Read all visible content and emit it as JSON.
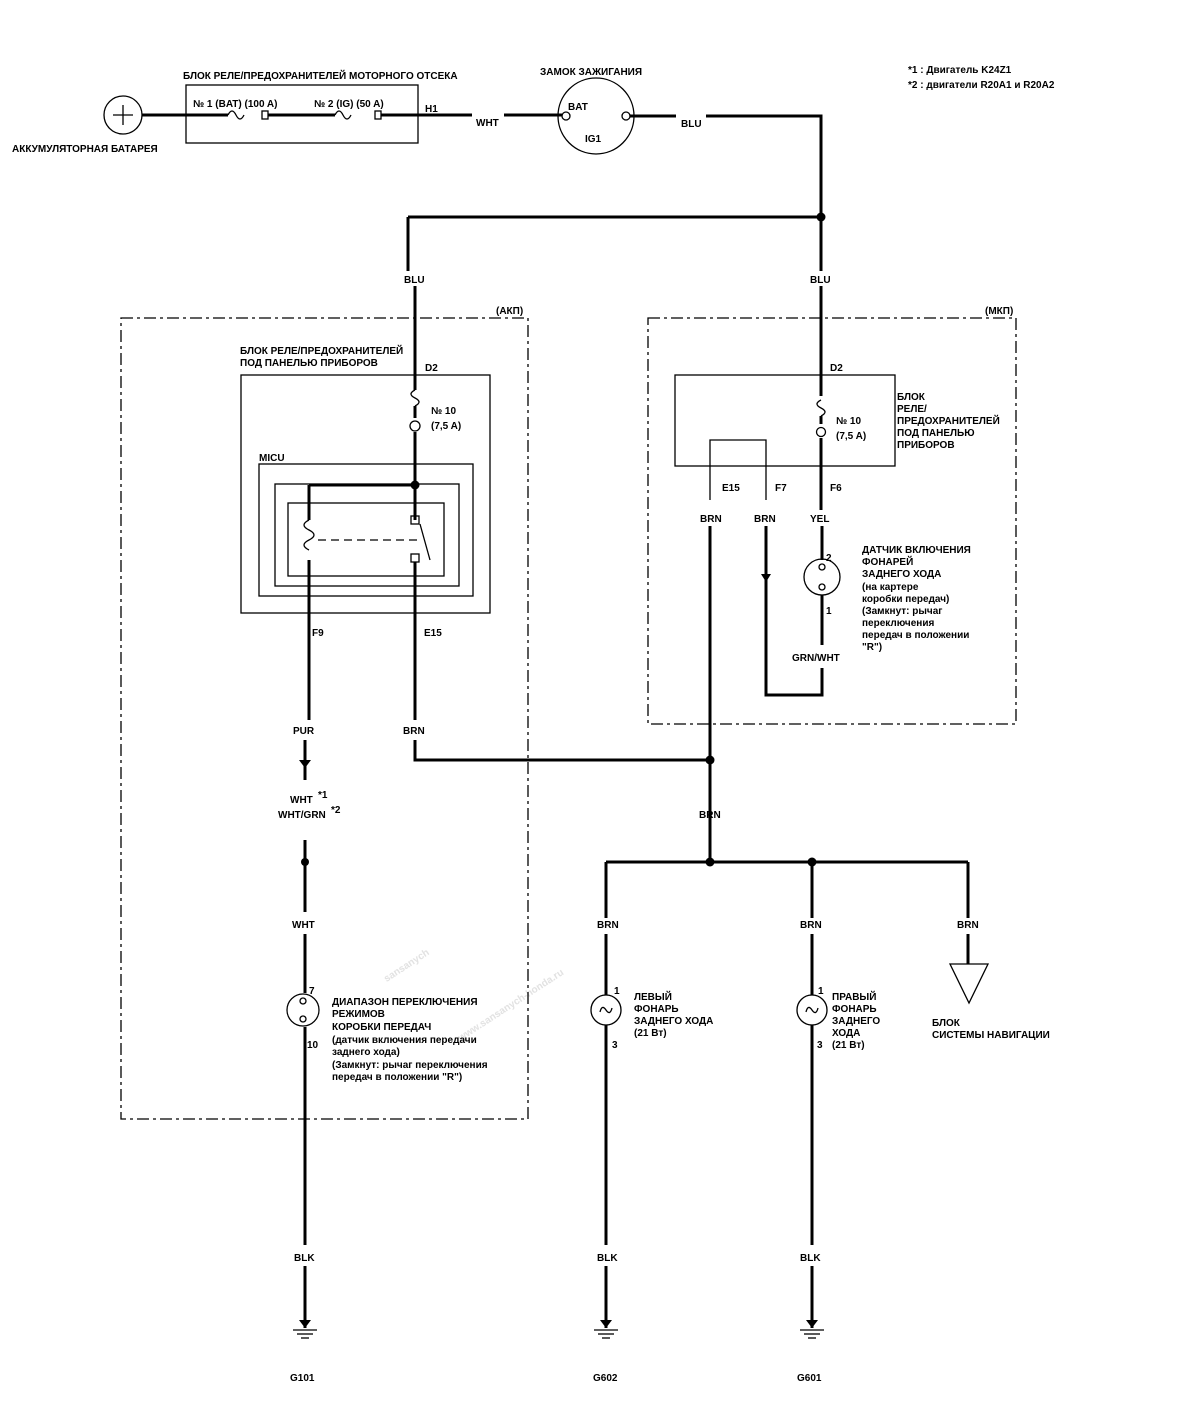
{
  "notes": {
    "n1": "*1 : Двигатель K24Z1",
    "n2": "*2 : двигатели R20A1 и R20A2"
  },
  "battery": {
    "label": "АККУМУЛЯТОРНАЯ БАТАРЕЯ"
  },
  "engine_fuse_box": {
    "title": "БЛОК РЕЛЕ/ПРЕДОХРАНИТЕЛЕЙ МОТОРНОГО ОТСЕКА",
    "fuse1": "№ 1 (BAT) (100 A)",
    "fuse2": "№ 2 (IG) (50 A)",
    "terminal": "H1"
  },
  "ignition": {
    "title": "ЗАМОК ЗАЖИГАНИЯ",
    "bat": "BAT",
    "ig1": "IG1"
  },
  "wires": {
    "wht": "WHT",
    "blu_top": "BLU",
    "blu_left": "BLU",
    "blu_right": "BLU",
    "brn_at": "BRN",
    "pur": "PUR",
    "wht1": "WHT",
    "wht_grn2": "WHT/GRN",
    "star1": "*1",
    "star2": "*2",
    "wht_lower": "WHT",
    "brn_e15": "BRN",
    "brn_f7": "BRN",
    "yel": "YEL",
    "grn_wht": "GRN/WHT",
    "brn_mid": "BRN",
    "brn_left_lamp": "BRN",
    "brn_right_lamp": "BRN",
    "brn_nav": "BRN",
    "blk_g101": "BLK",
    "blk_g602": "BLK",
    "blk_g601": "BLK"
  },
  "at_section": {
    "tag": "(АКП)",
    "fuse_box_title_1": "БЛОК РЕЛЕ/ПРЕДОХРАНИТЕЛЕЙ",
    "fuse_box_title_2": "ПОД ПАНЕЛЬЮ ПРИБОРОВ",
    "d2": "D2",
    "fuse": "№ 10",
    "fuse_rating": "(7,5 A)",
    "micu": "MICU",
    "f9": "F9",
    "e15": "E15"
  },
  "mt_section": {
    "tag": "(МКП)",
    "d2": "D2",
    "fuse": "№ 10",
    "fuse_rating": "(7,5 A)",
    "box_lines": [
      "БЛОК",
      "РЕЛЕ/",
      "ПРЕДОХРАНИТЕЛЕЙ",
      "ПОД ПАНЕЛЬЮ",
      "ПРИБОРОВ"
    ],
    "e15": "E15",
    "f7": "F7",
    "f6": "F6",
    "pin2": "2",
    "pin1": "1",
    "switch_lines": [
      "ДАТЧИК ВКЛЮЧЕНИЯ",
      "ФОНАРЕЙ",
      "ЗАДНЕГО ХОДА",
      "(на картере",
      "коробки передач)",
      "(Замкнут: рычаг",
      "переключения",
      "передач в положении",
      "\"R\")"
    ]
  },
  "range_switch": {
    "pin7": "7",
    "pin10": "10",
    "lines": [
      "ДИАПАЗОН ПЕРЕКЛЮЧЕНИЯ",
      "РЕЖИМОВ",
      "КОРОБКИ ПЕРЕДАЧ",
      "(датчик включения передачи",
      "заднего хода)",
      "(Замкнут: рычаг переключения",
      "передач в положении \"R\")"
    ]
  },
  "left_lamp": {
    "pin1": "1",
    "pin3": "3",
    "lines": [
      "ЛЕВЫЙ",
      "ФОНАРЬ",
      "ЗАДНЕГО ХОДА",
      "(21 Вт)"
    ]
  },
  "right_lamp": {
    "pin1": "1",
    "pin3": "3",
    "lines": [
      "ПРАВЫЙ",
      "ФОНАРЬ",
      "ЗАДНЕГО",
      "ХОДА",
      "(21 Вт)"
    ]
  },
  "nav_unit": {
    "lines": [
      "БЛОК",
      "СИСТЕМЫ НАВИГАЦИИ"
    ]
  },
  "grounds": {
    "g101": "G101",
    "g602": "G602",
    "g601": "G601"
  },
  "watermark": {
    "big": "sansanych",
    "url": "www.sansanych-honda.ru"
  }
}
